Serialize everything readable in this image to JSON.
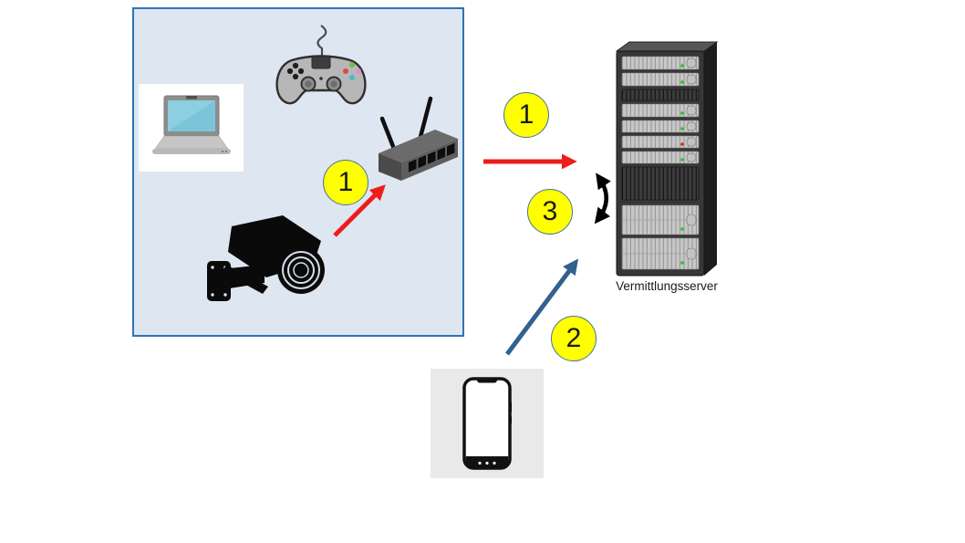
{
  "diagram": {
    "home_network": {
      "devices": [
        {
          "icon": "game-controller-icon"
        },
        {
          "icon": "laptop-icon"
        },
        {
          "icon": "wifi-router-icon"
        },
        {
          "icon": "security-camera-icon"
        }
      ]
    },
    "server": {
      "label": "Vermittlungsserver",
      "icon": "server-rack-icon"
    },
    "phone": {
      "icon": "smartphone-icon"
    },
    "steps": [
      {
        "id": "camera-to-router",
        "badge": "1"
      },
      {
        "id": "router-to-server",
        "badge": "1"
      },
      {
        "id": "phone-to-server",
        "badge": "2"
      },
      {
        "id": "server-exchange",
        "badge": "3"
      }
    ]
  },
  "colors": {
    "canvas": "#ffffff",
    "boxFill": "#dee6f1",
    "boxBorder": "#2e74b5",
    "badgeFill": "#ffff00",
    "badgeBorder": "#4472a4",
    "arrowRed": "#ee1c1c",
    "arrowBlue": "#33618f",
    "arrowBlack": "#000000",
    "ledGreen": "#28c421",
    "ledRed": "#d8241f"
  }
}
